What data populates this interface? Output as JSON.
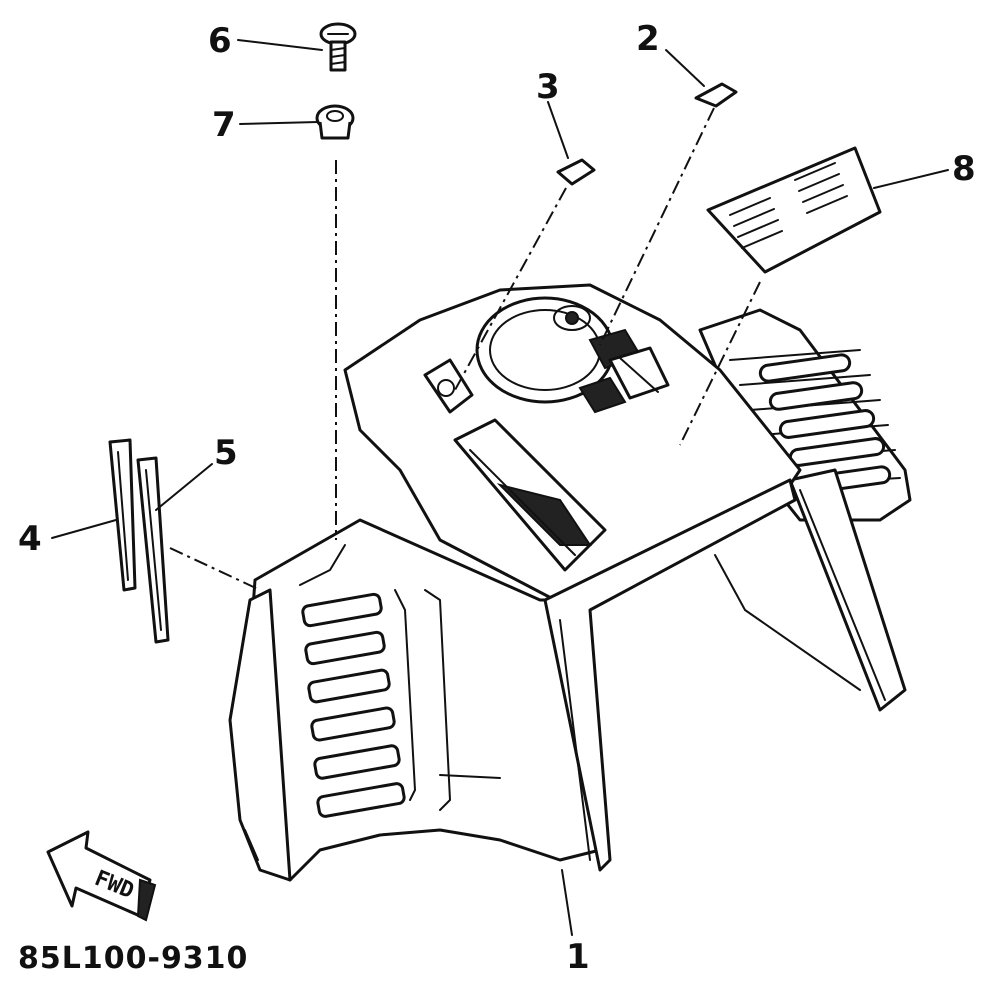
{
  "callouts": {
    "c1": "1",
    "c2": "2",
    "c3": "3",
    "c4": "4",
    "c5": "5",
    "c6": "6",
    "c7": "7",
    "c8": "8"
  },
  "arrow_label": "FWD",
  "drawing_code": "85L100-9310"
}
